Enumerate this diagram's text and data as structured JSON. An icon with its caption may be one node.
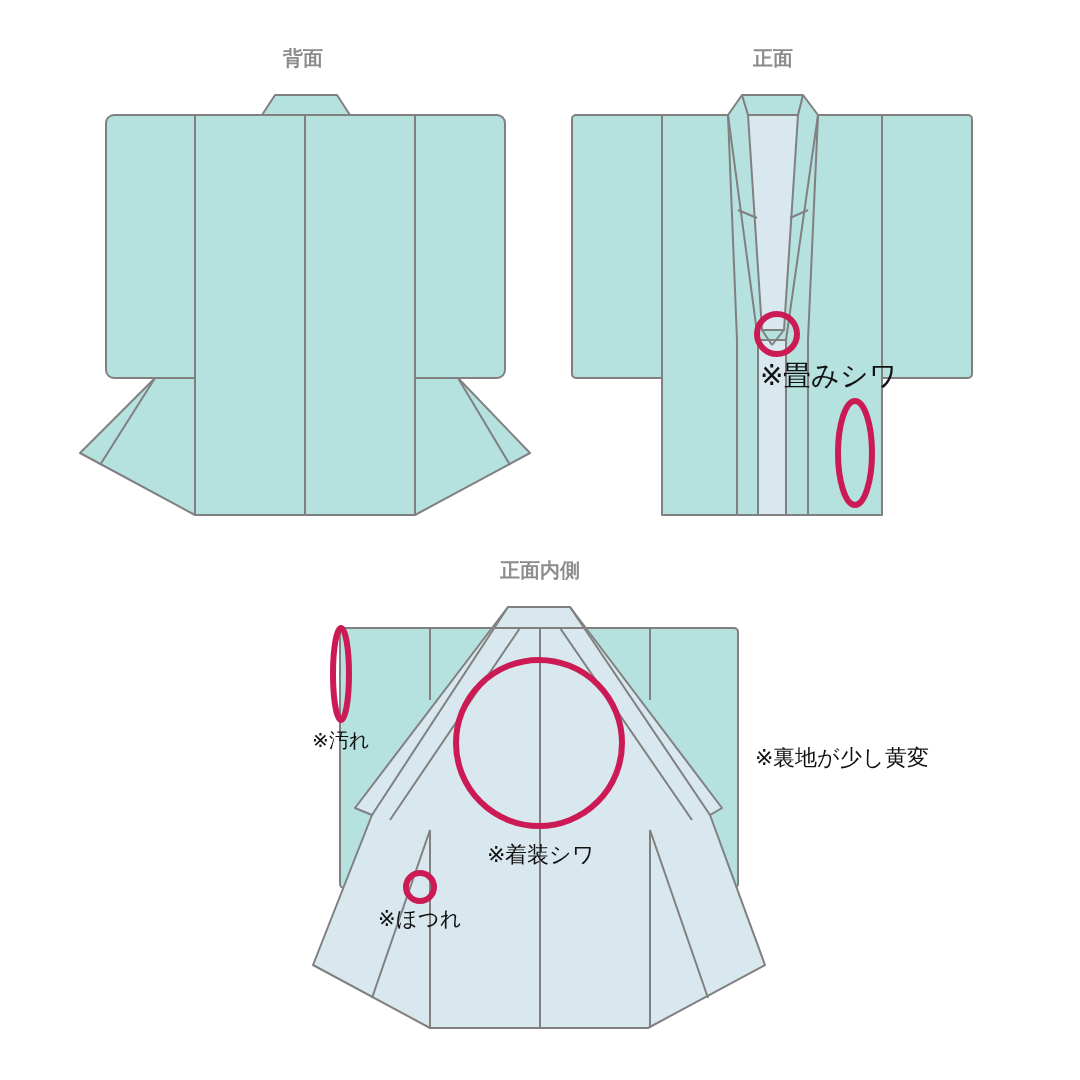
{
  "diagram": {
    "labels": [
      "背面",
      "正面",
      "※畳みシワ",
      "正面内側",
      "※汚れ",
      "※裏地が少し黄変",
      "※着装シワ",
      "※ほつれ"
    ]
  }
}
